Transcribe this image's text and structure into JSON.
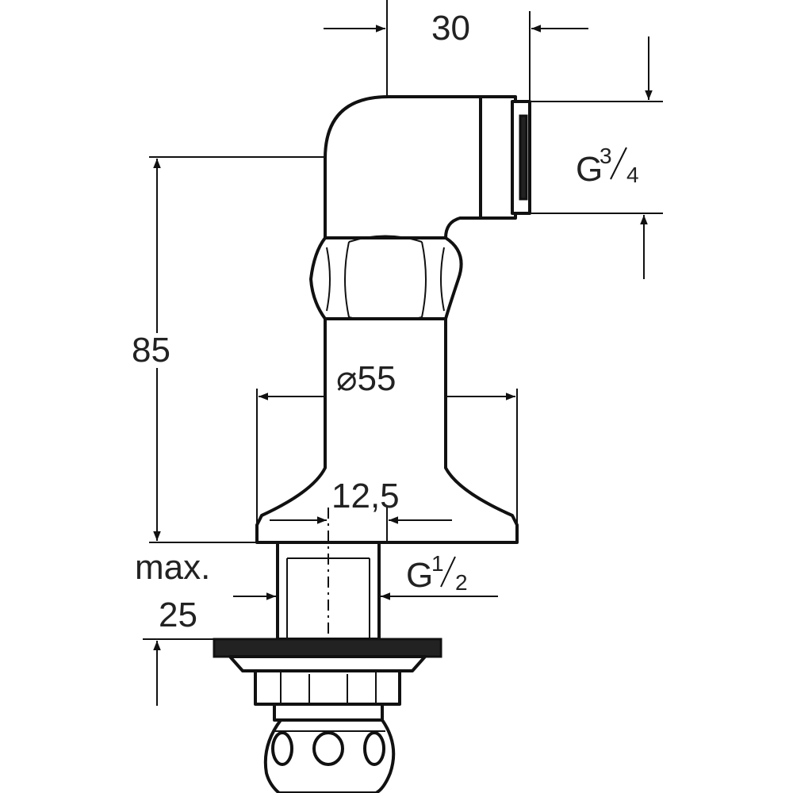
{
  "dimensions": {
    "top_width": "30",
    "outlet_thread_prefix": "G",
    "outlet_thread_num": "3",
    "outlet_thread_den": "4",
    "height": "85",
    "flange_diameter": "⌀55",
    "offset": "12,5",
    "inlet_thread_prefix": "G",
    "inlet_thread_num": "1",
    "inlet_thread_den": "2",
    "max_label": "max.",
    "max_value": "25"
  }
}
